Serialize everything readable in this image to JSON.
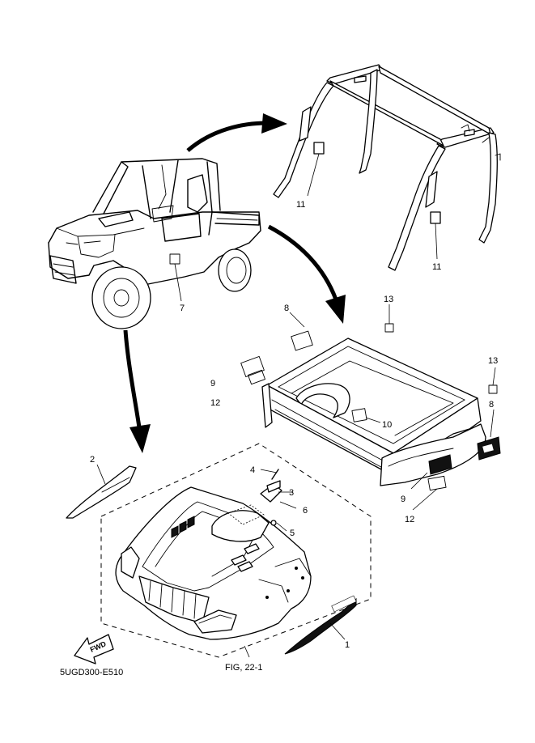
{
  "figure": {
    "code": "5UGD300-E510",
    "fig_ref": "FIG, 22-1",
    "fwd_label": "FWD"
  },
  "callouts": {
    "c1": "1",
    "c2": "2",
    "c3": "3",
    "c4": "4",
    "c5": "5",
    "c6": "6",
    "c7": "7",
    "c8a": "8",
    "c8b": "8",
    "c9a": "9",
    "c9b": "9",
    "c10": "10",
    "c11a": "11",
    "c11b": "11",
    "c12a": "12",
    "c12b": "12",
    "c13a": "13",
    "c13b": "13"
  }
}
